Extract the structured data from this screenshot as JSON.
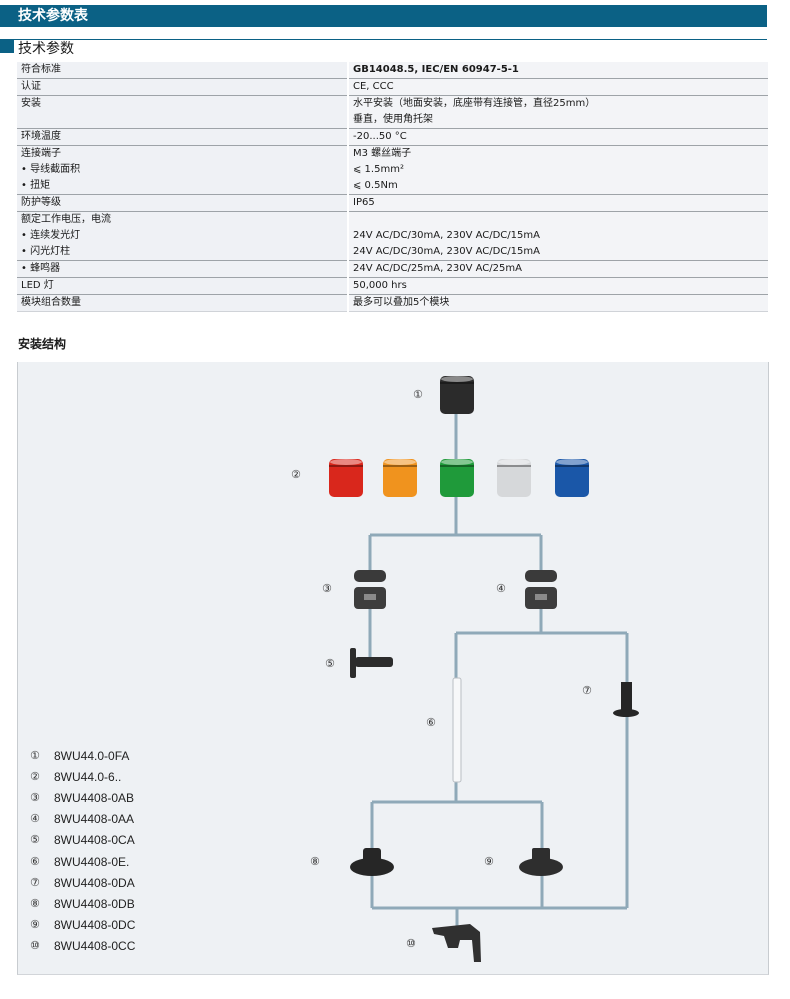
{
  "header": {
    "title": "技术参数表"
  },
  "section": {
    "title": "技术参数"
  },
  "spec_table": [
    {
      "key_lines": [
        "符合标准"
      ],
      "value_lines": [
        "GB14048.5, IEC/EN 60947-5-1"
      ],
      "value_bold": true
    },
    {
      "key_lines": [
        "认证"
      ],
      "value_lines": [
        "CE, CCC"
      ]
    },
    {
      "key_lines": [
        "安装"
      ],
      "value_lines": [
        "水平安装（地面安装，底座带有连接管，直径25mm）",
        "垂直，使用角托架"
      ]
    },
    {
      "key_lines": [
        "环境温度"
      ],
      "value_lines": [
        "-20...50 °C"
      ]
    },
    {
      "key_lines": [
        "连接端子",
        "• 导线截面积",
        "• 扭矩"
      ],
      "value_lines": [
        "M3 螺丝端子",
        "⩽ 1.5mm²",
        "⩽ 0.5Nm"
      ]
    },
    {
      "key_lines": [
        "防护等级"
      ],
      "value_lines": [
        "IP65"
      ]
    },
    {
      "key_lines": [
        "额定工作电压，电流",
        "• 连续发光灯",
        "• 闪光灯柱"
      ],
      "value_lines": [
        "",
        "24V AC/DC/30mA, 230V AC/DC/15mA",
        "24V AC/DC/30mA, 230V AC/DC/15mA"
      ]
    },
    {
      "key_lines": [
        "• 蜂鸣器"
      ],
      "value_lines": [
        "24V AC/DC/25mA, 230V AC/25mA"
      ]
    },
    {
      "key_lines": [
        "LED 灯"
      ],
      "value_lines": [
        "50,000 hrs"
      ]
    },
    {
      "key_lines": [
        "模块组合数量"
      ],
      "value_lines": [
        "最多可以叠加5个模块"
      ]
    }
  ],
  "install": {
    "title": "安装结构",
    "legend": [
      {
        "num": "①",
        "code": "8WU44.0-0FA"
      },
      {
        "num": "②",
        "code": "8WU44.0-6.."
      },
      {
        "num": "③",
        "code": "8WU4408-0AB"
      },
      {
        "num": "④",
        "code": "8WU4408-0AA"
      },
      {
        "num": "⑤",
        "code": "8WU4408-0CA"
      },
      {
        "num": "⑥",
        "code": "8WU4408-0E."
      },
      {
        "num": "⑦",
        "code": "8WU4408-0DA"
      },
      {
        "num": "⑧",
        "code": "8WU4408-0DB"
      },
      {
        "num": "⑨",
        "code": "8WU4408-0DC"
      },
      {
        "num": "⑩",
        "code": "8WU4408-0CC"
      }
    ],
    "callouts": [
      "①",
      "②",
      "③",
      "④",
      "⑤",
      "⑥",
      "⑦",
      "⑧",
      "⑨",
      "⑩"
    ],
    "module_colors": {
      "black": "#2b2b2b",
      "red": "#d9271c",
      "orange": "#f0931e",
      "green": "#1f9a3a",
      "clear": "#d6d8da",
      "blue": "#1a57a8"
    },
    "line_color": "#8fa9b8"
  }
}
